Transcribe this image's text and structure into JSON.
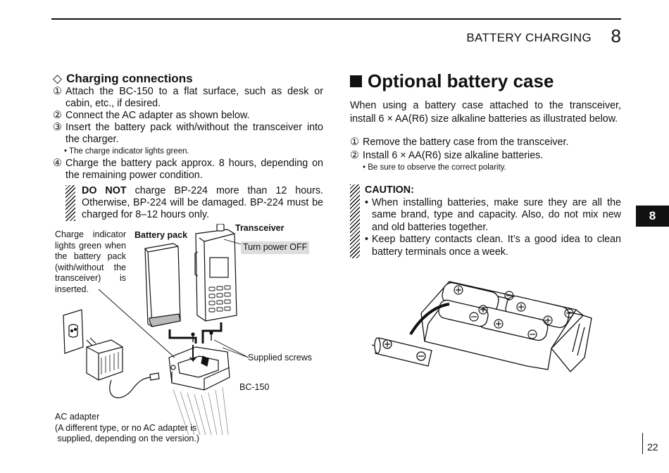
{
  "header": {
    "title": "BATTERY CHARGING",
    "chapter": "8"
  },
  "side_tab": "8",
  "page_number": "22",
  "left": {
    "section_symbol": "◇",
    "section_title": "Charging connections",
    "steps": [
      {
        "num": "①",
        "text": "Attach the BC-150 to a flat surface, such as desk or cabin, etc., if desired."
      },
      {
        "num": "②",
        "text": "Connect the AC adapter as shown below."
      },
      {
        "num": "③",
        "text": "Insert the battery pack with/without the transceiver into the charger."
      },
      {
        "num": "④",
        "text": "Charge the battery pack approx. 8 hours, depending on the remaining power condition."
      }
    ],
    "step3_note": "• The charge indicator lights green.",
    "warning_bold": "DO NOT",
    "warning_text": " charge BP-224 more than 12 hours. Otherwise, BP-224 will be damaged. BP-224 must be charged for 8–12 hours only.",
    "figure": {
      "charge_indicator": "Charge indicator lights green when the battery pack (with/without the transceiver) is inserted.",
      "battery_pack": "Battery pack",
      "transceiver": "Transceiver",
      "turn_power_off": "Turn power OFF",
      "supplied_screws": "Supplied screws",
      "bc150": "BC-150",
      "ac_adapter_1": "AC adapter",
      "ac_adapter_2": "(A different type, or no AC adapter is",
      "ac_adapter_3": " supplied, depending on the version.)"
    }
  },
  "right": {
    "section_title": "Optional battery case",
    "intro": "When using a battery case attached to the transceiver, install 6 × AA(R6) size alkaline batteries as illustrated below.",
    "steps": [
      {
        "num": "①",
        "text": "Remove the battery case from the transceiver."
      },
      {
        "num": "②",
        "text": "Install 6 × AA(R6) size alkaline batteries."
      }
    ],
    "step2_note": "• Be sure to observe the correct polarity.",
    "caution_title": "CAUTION:",
    "caution_items": [
      "When installing batteries, make sure they are all the same brand, type and capacity. Also, do not mix new and old batteries together.",
      "Keep battery contacts clean. It’s a good idea to clean battery terminals once a week."
    ]
  }
}
